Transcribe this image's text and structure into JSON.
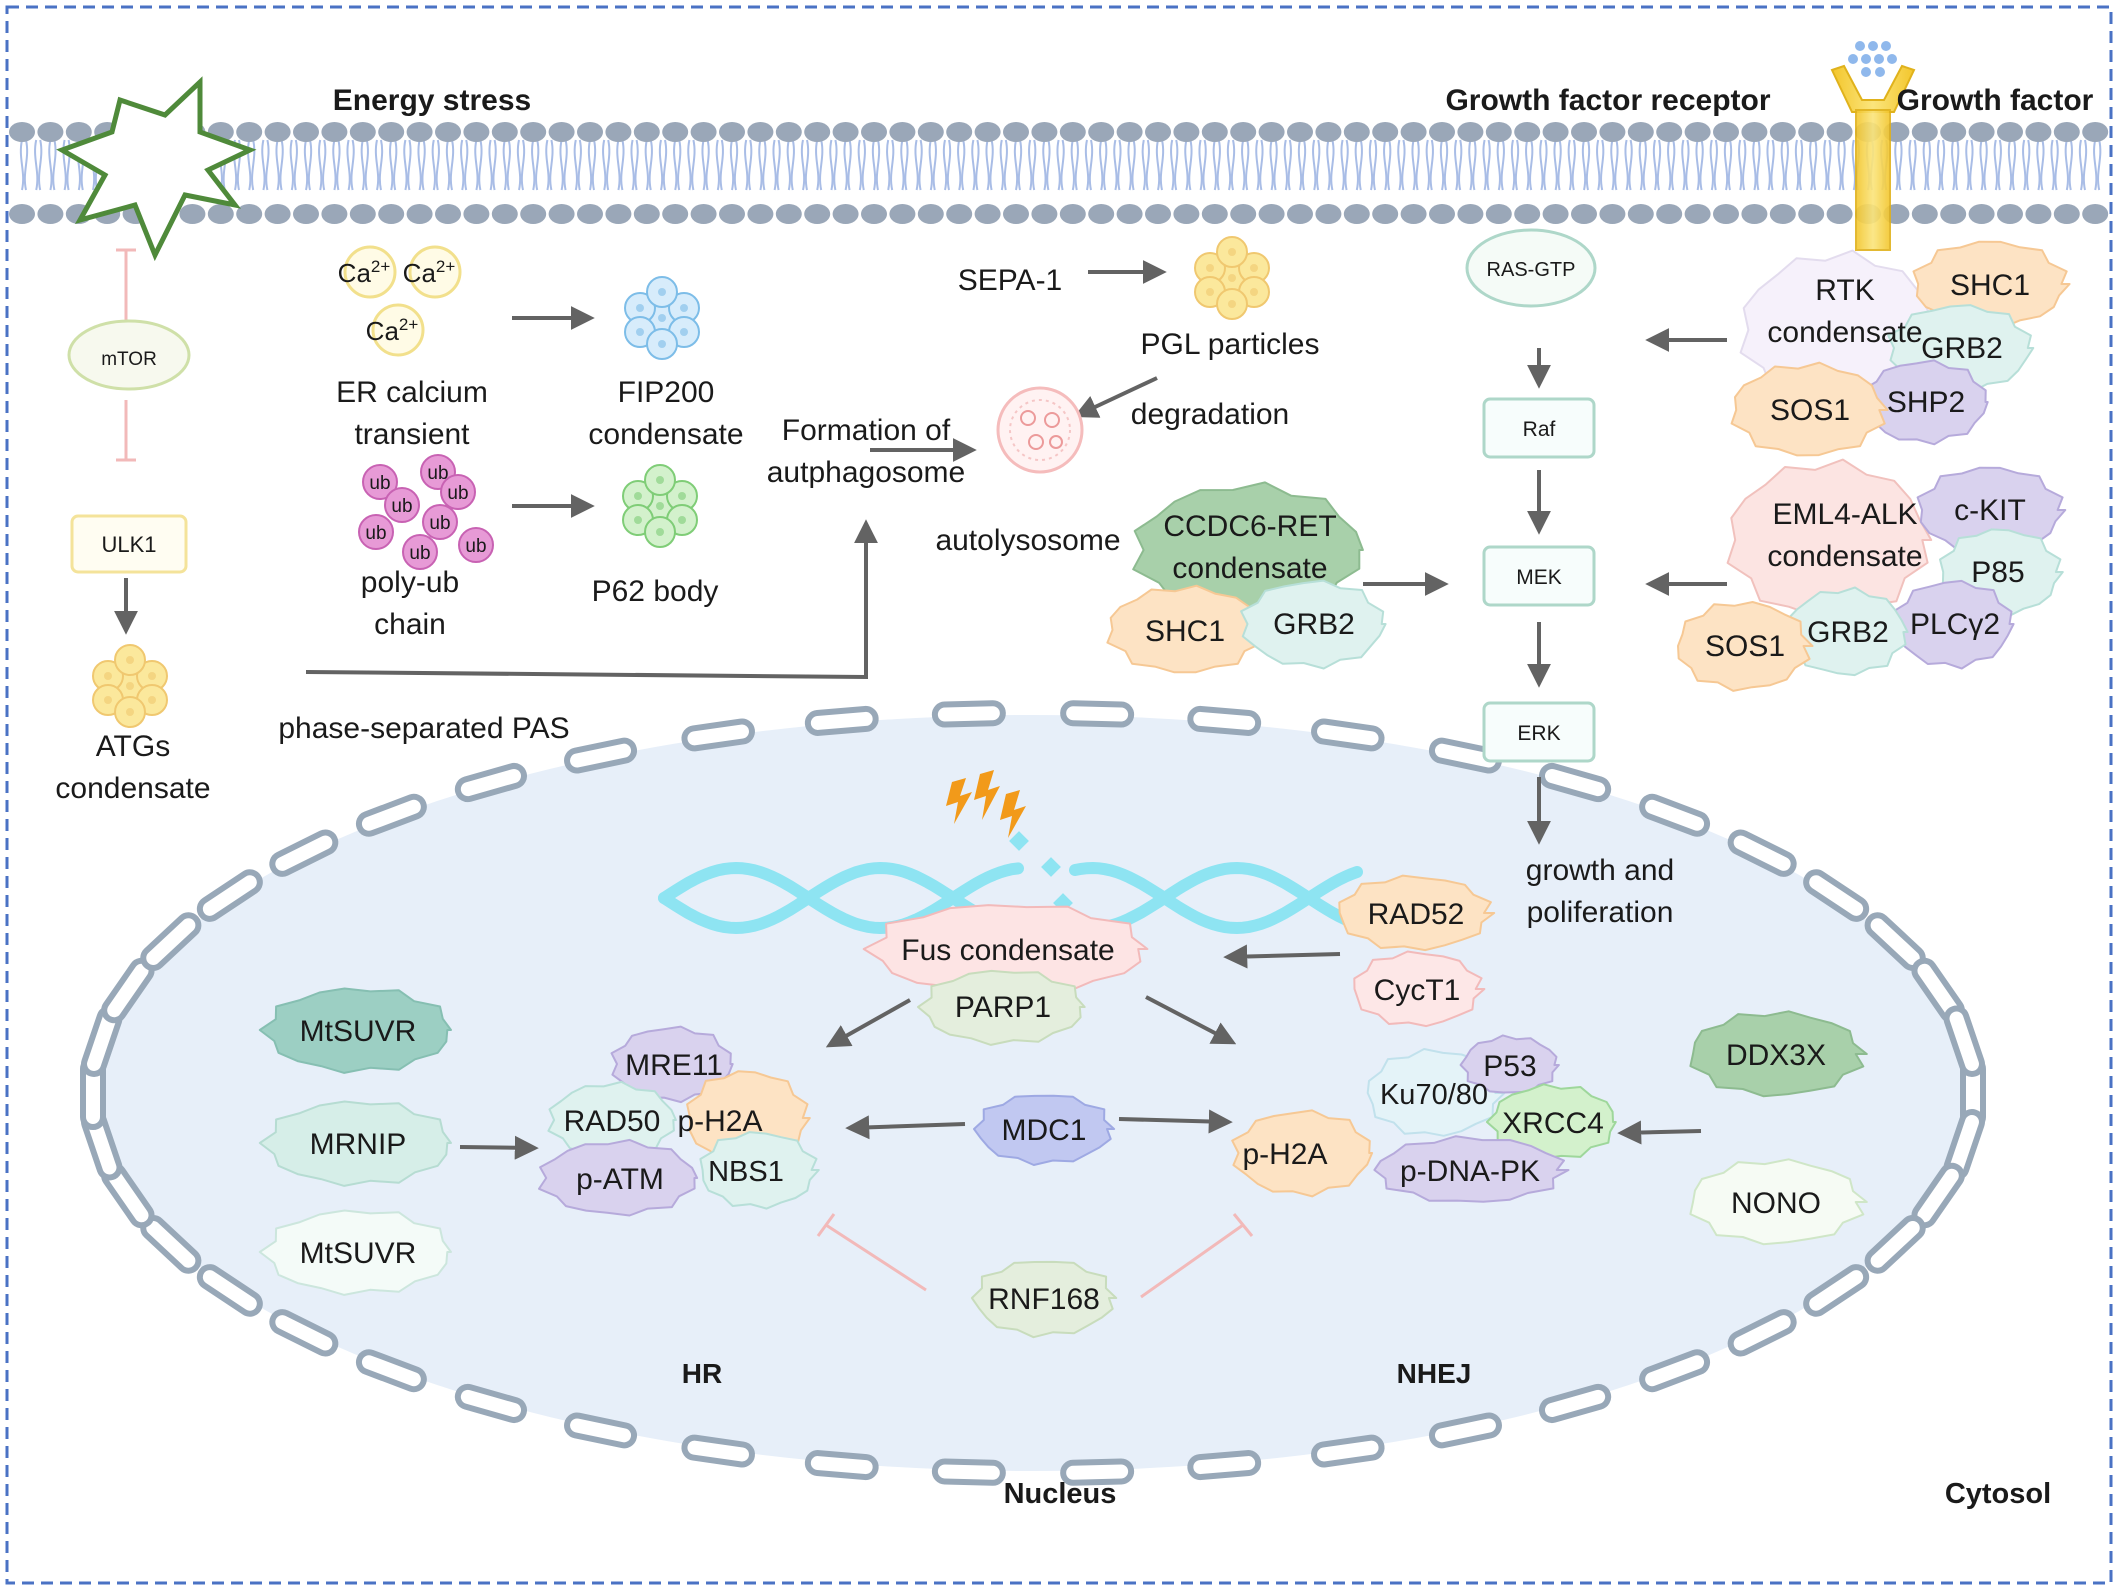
{
  "labels": {
    "energy_stress": "Energy stress",
    "growth_factor_receptor": "Growth factor receptor",
    "growth_factor": "Growth factor",
    "mtor": "mTOR",
    "ulk1": "ULK1",
    "atgs_line1": "ATGs",
    "atgs_line2": "condensate",
    "ca": "Ca",
    "ca_sup": "2+",
    "er_line1": "ER calcium",
    "er_line2": "transient",
    "fip_line1": "FIP200",
    "fip_line2": "condensate",
    "ub": "ub",
    "polyub_line1": "poly-ub",
    "polyub_line2": "chain",
    "p62": "P62 body",
    "sepa": "SEPA-1",
    "pgl": "PGL particles",
    "degradation": "degradation",
    "formation_line1": "Formation of",
    "formation_line2": "autphagosome",
    "autolysosome": "autolysosome",
    "pas": "phase-separated PAS",
    "ras": "RAS-GTP",
    "raf": "Raf",
    "mek": "MEK",
    "erk": "ERK",
    "growth_line1": "growth and",
    "growth_line2": "poliferation",
    "rtk_line1": "RTK",
    "rtk_line2": "condensate",
    "shc1": "SHC1",
    "grb2": "GRB2",
    "sos1": "SOS1",
    "shp2": "SHP2",
    "eml_line1": "EML4-ALK",
    "eml_line2": "condensate",
    "ckit": "c-KIT",
    "p85": "P85",
    "plcy2": "PLCγ2",
    "ccdc_line1": "CCDC6-RET",
    "ccdc_line2": "condensate",
    "fus": "Fus condensate",
    "parp1": "PARP1",
    "rad52": "RAD52",
    "cyct1": "CycT1",
    "mtsuvr": "MtSUVR",
    "mrnip": "MRNIP",
    "mre11": "MRE11",
    "rad50": "RAD50",
    "ph2a": "p-H2A",
    "patm": "p-ATM",
    "nbs1": "NBS1",
    "mdc1": "MDC1",
    "ku": "Ku70/80",
    "p53": "P53",
    "xrcc4": "XRCC4",
    "pdnapk": "p-DNA-PK",
    "ddx3x": "DDX3X",
    "nono": "NONO",
    "rnf168": "RNF168",
    "hr": "HR",
    "nhej": "NHEJ",
    "nucleus": "Nucleus",
    "cytosol": "Cytosol"
  },
  "colors": {
    "border": "#4a72c4",
    "membrane_head": "#9aa7b8",
    "membrane_tail": "#a9bde6",
    "nucleus_fill": "#e7eff9",
    "envelope": "#98a8b8",
    "arrow": "#636363",
    "inhibit": "#f2b9b9",
    "star": "#4f8a3a",
    "receptor": "#f5d34d",
    "dna": "#8ee4f2"
  }
}
